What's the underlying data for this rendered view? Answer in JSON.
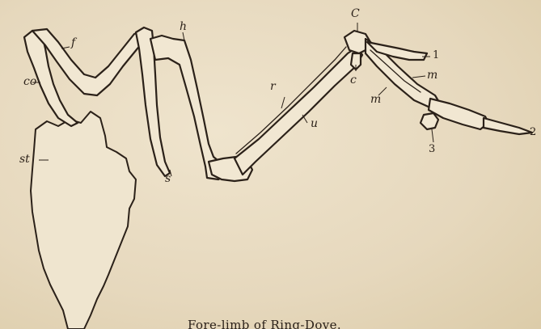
{
  "figure": {
    "caption": "Fore-limb of Ring-Dove.",
    "labels": {
      "co": "co",
      "f": "f",
      "st": "st",
      "s": "s",
      "h": "h",
      "r": "r",
      "u": "u",
      "C": "C",
      "c": "c",
      "m_upper": "m",
      "m_lower": "m",
      "digit1": "1",
      "digit2": "2",
      "digit3": "3"
    }
  }
}
